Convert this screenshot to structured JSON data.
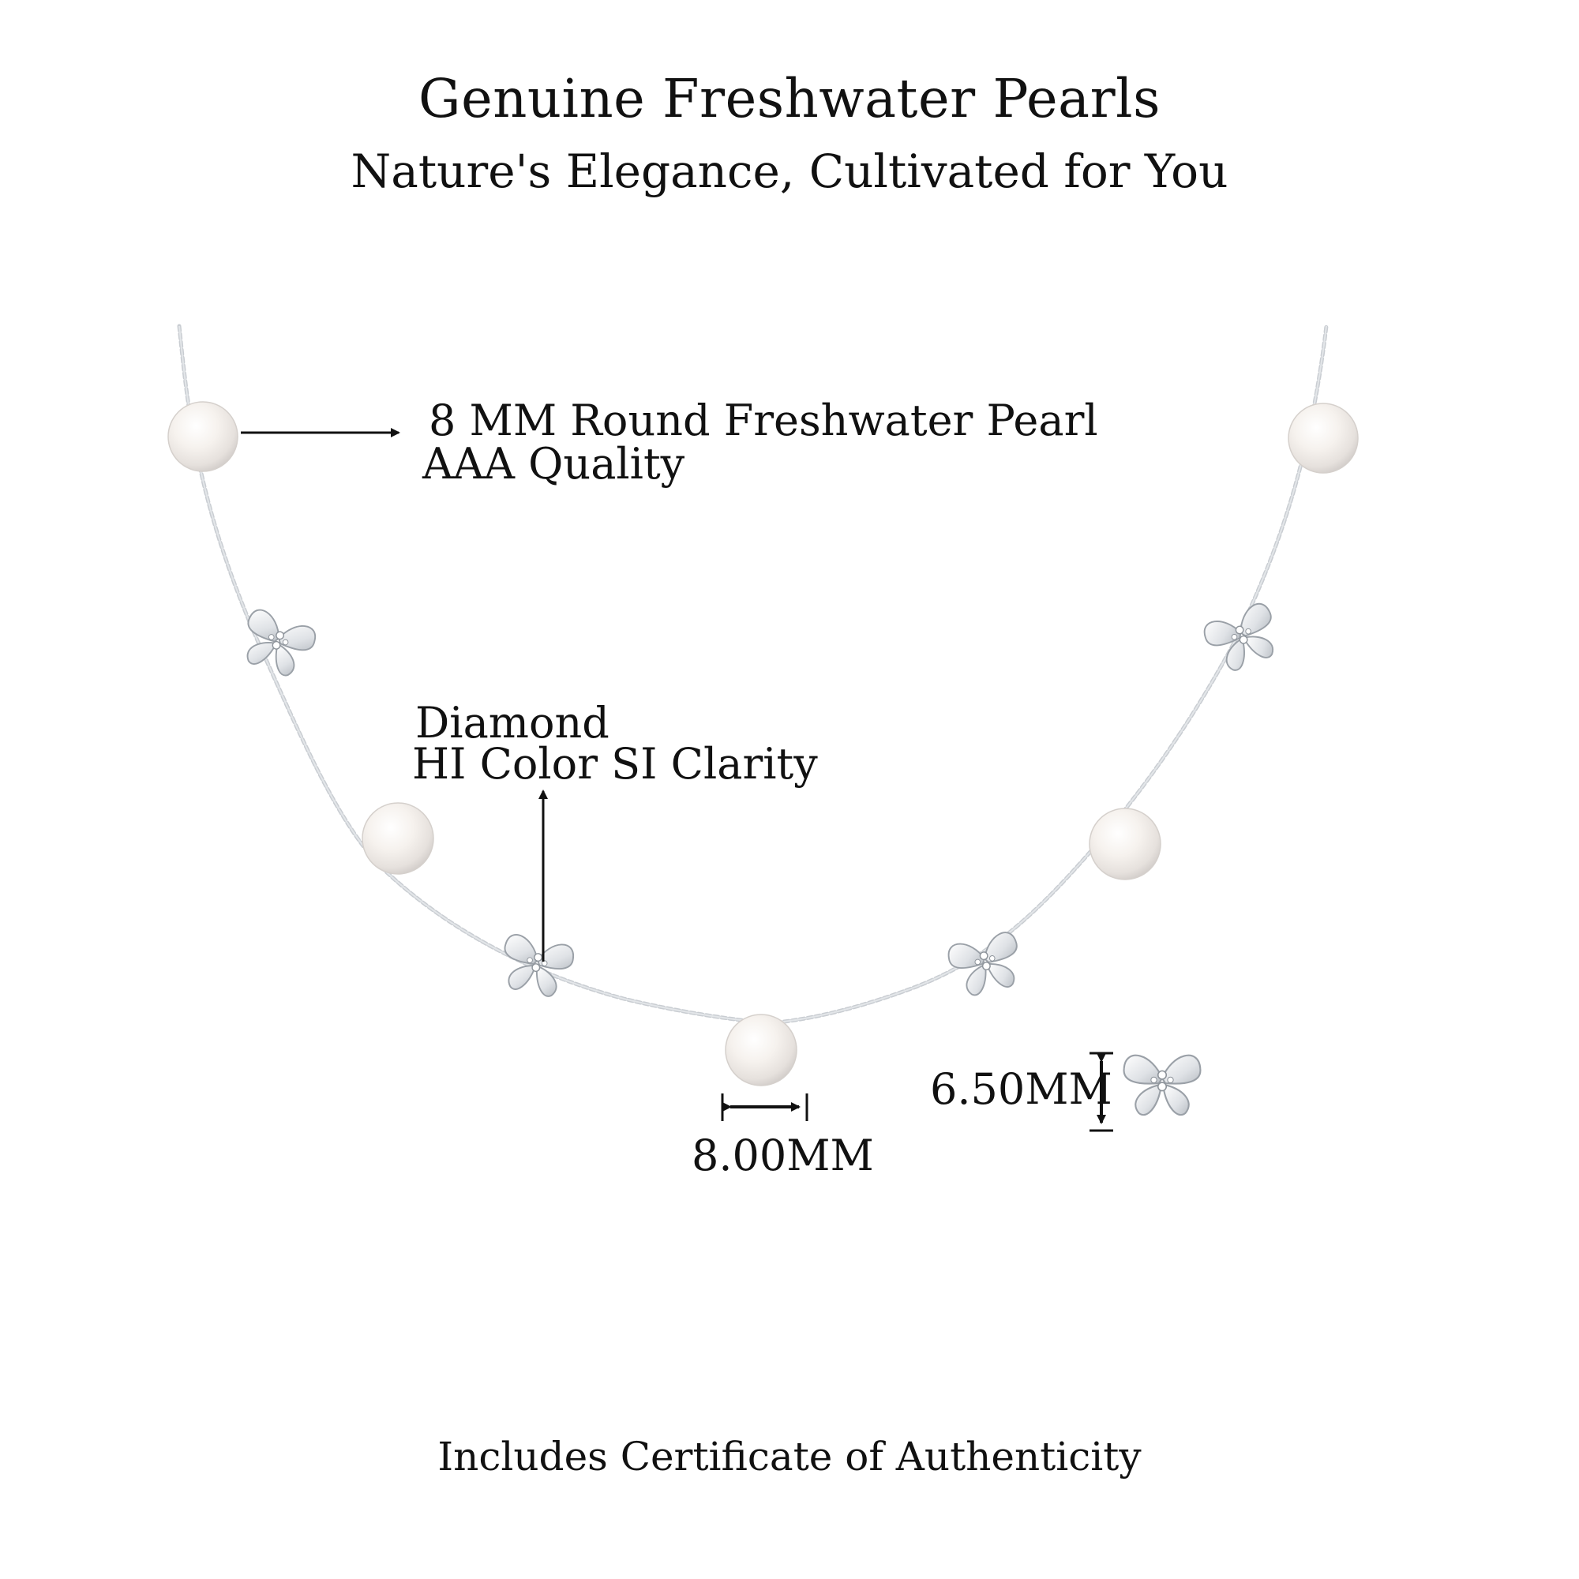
{
  "header": {
    "title": "Genuine Freshwater Pearls",
    "subtitle": "Nature's Elegance, Cultivated for You"
  },
  "annotations": {
    "pearl": {
      "line1": "8 MM Round Freshwater Pearl",
      "line2": "AAA Quality"
    },
    "diamond": {
      "line1": "Diamond",
      "line2": "HI Color SI Clarity"
    },
    "pearl_size": "8.00MM",
    "charm_size": "6.50MM"
  },
  "footer": {
    "text": "Includes Certificate of Authenticity"
  },
  "colors": {
    "metal": "#c9cdd2",
    "pearl": "#f4f1ee",
    "text": "#111111"
  }
}
